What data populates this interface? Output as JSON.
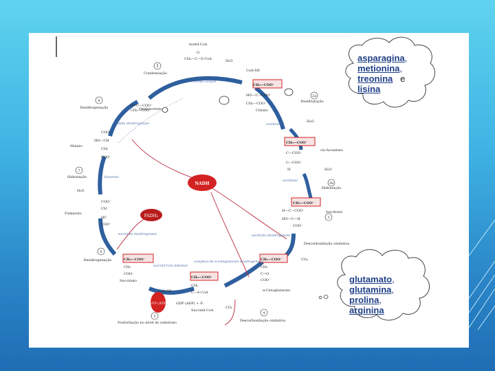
{
  "cycle": {
    "top_molecule": "Acetil-CoA",
    "acetyl_formula_a": "O",
    "acetyl_formula_b": "CH₃—C—S-CoA",
    "water": "H₂O",
    "coash": "CoA-SH",
    "step1": {
      "num": "1",
      "label": "Condensação"
    },
    "step2a": {
      "num": "2a",
      "label": "Desidratação"
    },
    "step2b": {
      "num": "2b",
      "label": "Hidratação"
    },
    "step3": {
      "num": "3",
      "label": "Descarboxilação oxidativa"
    },
    "step4": {
      "num": "4",
      "label": "Descarboxilação oxidativa"
    },
    "step5": {
      "num": "5",
      "label": "Fosforilação no nível do substrato"
    },
    "step6": {
      "num": "6",
      "label": "Desidrogenação"
    },
    "step7": {
      "num": "7",
      "label": "Hidratação"
    },
    "step8": {
      "num": "8",
      "label": "Desidrogenação"
    },
    "oxaloacetate": "Oxaloacetato",
    "citrate": "Citrato",
    "cis_aconitate": "cis-Aconitato",
    "isocitrate": "Isocitrato",
    "alpha_kg": "α-Cetoglutarato",
    "succinyl": "Succinil-CoA",
    "succinate": "Succinato",
    "fumarate": "Fumarato",
    "malate": "Malato",
    "enzyme_citrate_synthase": "citrato sintase",
    "enzyme_aconitase_1": "aconitase",
    "enzyme_aconitase_2": "aconitase",
    "enzyme_isocitrate_dh": "isocitrato desidrogenase",
    "enzyme_akg_complex": "complexo da α-cetoglutarato desidrogenase",
    "enzyme_succinyl_synthetase": "succinil-CoA sintetase",
    "enzyme_succinate_dh": "succinato desidrogenase",
    "enzyme_fumarase": "fumarase",
    "enzyme_malate_dh": "malato desidrogenase",
    "nadh": "NADH",
    "fadh2": "FADH₂",
    "gtp": "GTP (ATP)",
    "co2_a": "CO₂",
    "co2_b": "CO₂",
    "gdp": "GDP (ADP) + Pᵢ",
    "coa_sh_2": "CoA-SH",
    "h2o_2": "H₂O",
    "h2o_3": "H₂O",
    "h2o_4": "H₂O"
  },
  "annotations": {
    "top_cloud": {
      "items": [
        "asparagina",
        "metionina",
        "treonina",
        "lisina"
      ],
      "separator": ",",
      "conjunction": "e"
    },
    "bottom_cloud": {
      "items": [
        "glutamato",
        "glutamina",
        "prolina",
        "arginina"
      ],
      "separator": ","
    }
  },
  "colors": {
    "arrow_blue": "#2e5f9e",
    "energy_red": "#d22222",
    "annotation_blue": "#1f3f86",
    "slide_white": "#ffffff"
  }
}
